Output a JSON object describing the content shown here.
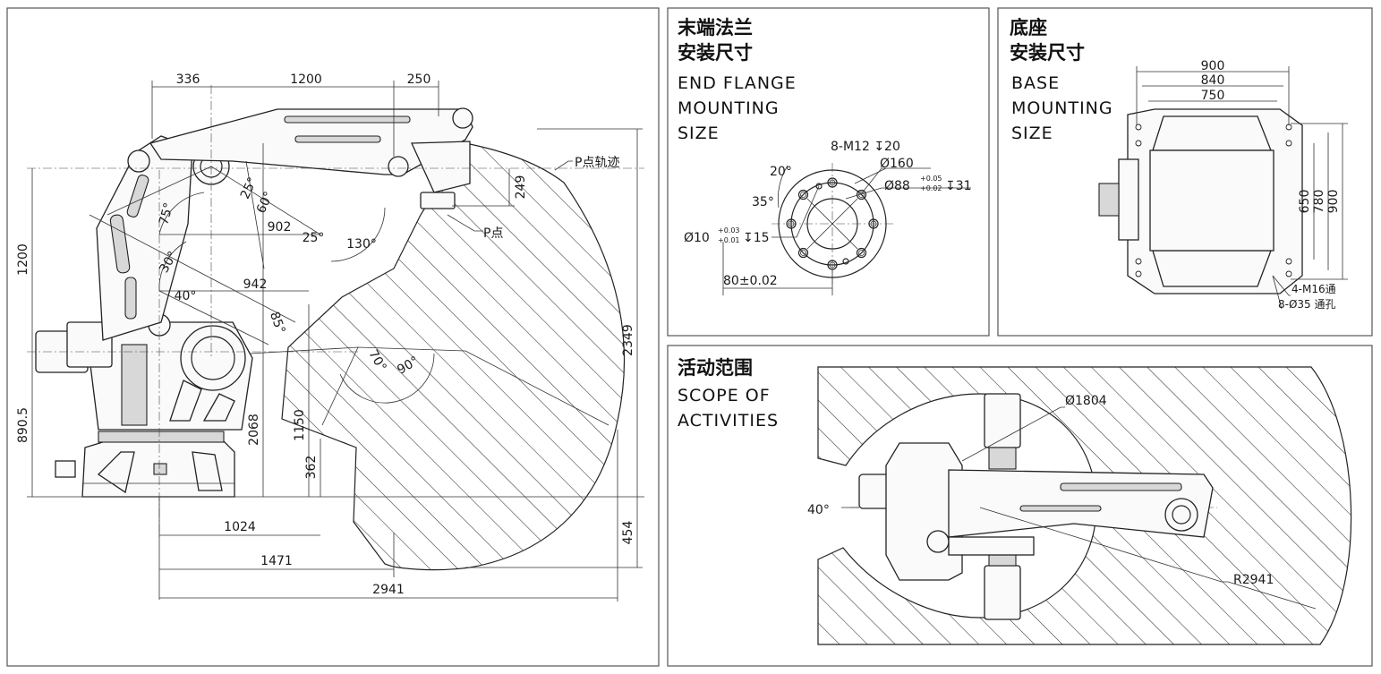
{
  "side_view": {
    "dims": {
      "d336": "336",
      "d1200": "1200",
      "d250": "250",
      "d249": "249",
      "d902": "902",
      "d942": "942",
      "v1200": "1200",
      "v890": "890.5",
      "v2068": "2068",
      "v1150": "1150",
      "v362": "362",
      "v2349": "2349",
      "v454": "454",
      "h1024": "1024",
      "h1471": "1471",
      "h2941": "2941"
    },
    "angles": {
      "a75": "75°",
      "a30": "30°",
      "a40": "40°",
      "a25a": "25°",
      "a60": "60°",
      "a25b": "25°",
      "a130": "130°",
      "a85": "85°",
      "a70": "70°",
      "a90": "90°"
    },
    "labels": {
      "p_path": "P点轨迹",
      "p_point": "P点"
    }
  },
  "flange": {
    "title_cn_1": "末端法兰",
    "title_cn_2": "安装尺寸",
    "title_en_1": "END FLANGE",
    "title_en_2": "MOUNTING",
    "title_en_3": "SIZE",
    "callouts": {
      "holes": "8-M12",
      "holes_depth": "20",
      "dia160": "Ø160",
      "dia88": "Ø88",
      "dia88_tol_up": "+0.05",
      "dia88_tol_dn": "+0.02",
      "dia88_depth": "31",
      "a20": "20°",
      "a35": "35°",
      "dia10": "Ø10",
      "dia10_tol_up": "+0.03",
      "dia10_tol_dn": "+0.01",
      "dia10_depth": "15",
      "pos80": "80±0.02"
    }
  },
  "base": {
    "title_cn_1": "底座",
    "title_cn_2": "安装尺寸",
    "title_en_1": "BASE",
    "title_en_2": "MOUNTING",
    "title_en_3": "SIZE",
    "dims": {
      "w900": "900",
      "w840": "840",
      "w750": "750",
      "h650": "650",
      "h780": "780",
      "h900": "900"
    },
    "holes_a": "4-M16通",
    "holes_b": "8-Ø35 通孔"
  },
  "scope": {
    "title_cn": "活动范围",
    "title_en_1": "SCOPE OF",
    "title_en_2": "ACTIVITIES",
    "dia1804": "Ø1804",
    "angle40": "40°",
    "r2941": "R2941"
  }
}
